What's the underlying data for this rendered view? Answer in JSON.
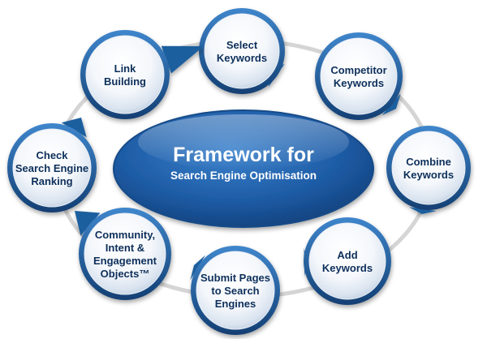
{
  "center": {
    "title": "Framework for",
    "subtitle": "Search Engine Optimisation"
  },
  "nodes": [
    {
      "id": "select-keywords",
      "lines": [
        "Select",
        "Keywords"
      ]
    },
    {
      "id": "competitor-keywords",
      "lines": [
        "Competitor",
        "Keywords"
      ]
    },
    {
      "id": "combine-keywords",
      "lines": [
        "Combine",
        "Keywords"
      ]
    },
    {
      "id": "add-keywords",
      "lines": [
        "Add",
        "Keywords"
      ]
    },
    {
      "id": "submit-pages",
      "lines": [
        "Submit Pages",
        "to Search",
        "Engines"
      ]
    },
    {
      "id": "community-objects",
      "lines": [
        "Community,",
        "Intent &",
        "Engagement",
        "Objects™"
      ]
    },
    {
      "id": "check-ranking",
      "lines": [
        "Check",
        "Search Engine",
        "Ranking"
      ]
    },
    {
      "id": "link-building",
      "lines": [
        "Link",
        "Building"
      ]
    }
  ],
  "colors": {
    "ring": "#1f5f9e",
    "connector": "#d5d5d5",
    "center_fill": "#1e5ca6",
    "node_text": "#0d2f5a"
  }
}
